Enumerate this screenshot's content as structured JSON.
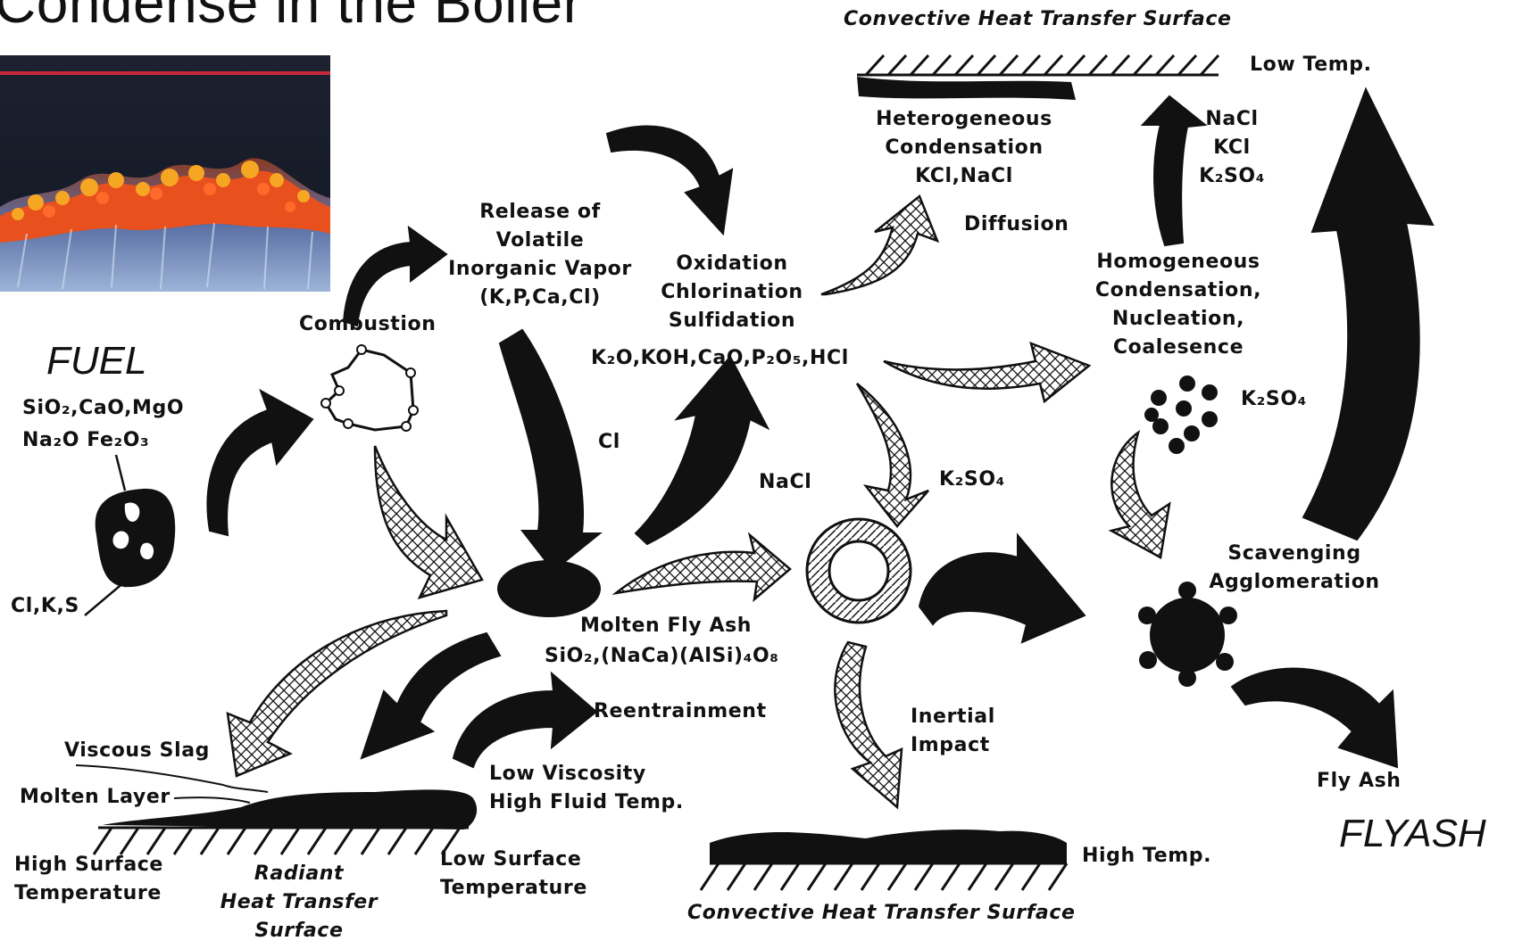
{
  "title": "Condense in the Boiler",
  "fuel": {
    "heading": "FUEL",
    "composition_line1": "SiO₂,CaO,MgO",
    "composition_line2": "Na₂O Fe₂O₃",
    "trace_elements": "Cl,K,S"
  },
  "flyash_heading": "FLYASH",
  "labels": {
    "combustion": "Combustion",
    "release_line1": "Release of",
    "release_line2": "Volatile",
    "release_line3": "Inorganic Vapor",
    "release_line4": "(K,P,Ca,Cl)",
    "oxidation_line1": "Oxidation",
    "oxidation_line2": "Chlorination",
    "oxidation_line3": "Sulfidation",
    "oxidation_products": "K₂O,KOH,CaO,P₂O₅,HCl",
    "cl": "Cl",
    "nacl": "NaCl",
    "k2so4_mid": "K₂SO₄",
    "hetero_line1": "Heterogeneous",
    "hetero_line2": "Condensation",
    "hetero_line3": "KCl,NaCl",
    "diffusion": "Diffusion",
    "vapors_line1": "NaCl",
    "vapors_line2": "KCl",
    "vapors_line3": "K₂SO₄",
    "homo_line1": "Homogeneous",
    "homo_line2": "Condensation,",
    "homo_line3": "Nucleation,",
    "homo_line4": "Coalesence",
    "k2so4_nuclei": "K₂SO₄",
    "molten_line1": "Molten Fly Ash",
    "molten_line2": "SiO₂,(NaCa)(AlSi)₄O₈",
    "reentrainment": "Reentrainment",
    "scavenging_line1": "Scavenging",
    "scavenging_line2": "Agglomeration",
    "inertial_line1": "Inertial",
    "inertial_line2": "Impact",
    "fly_ash": "Fly Ash",
    "viscous_slag": "Viscous Slag",
    "molten_layer": "Molten Layer",
    "low_viscosity_line1": "Low Viscosity",
    "low_viscosity_line2": "High Fluid Temp.",
    "high_surface_line1": "High Surface",
    "high_surface_line2": "Temperature",
    "radiant_line1": "Radiant",
    "radiant_line2": "Heat Transfer",
    "radiant_line3": "Surface",
    "low_surface_line1": "Low Surface",
    "low_surface_line2": "Temperature",
    "convective_top": "Convective Heat Transfer Surface",
    "low_temp": "Low Temp.",
    "high_temp": "High Temp.",
    "convective_bottom": "Convective Heat Transfer Surface"
  },
  "colors": {
    "ink": "#111111",
    "photo_background": "#1a2030",
    "deposit_orange": "#e8501e",
    "deposit_yellow": "#f5a623",
    "photo_red_line": "#c8283c"
  }
}
